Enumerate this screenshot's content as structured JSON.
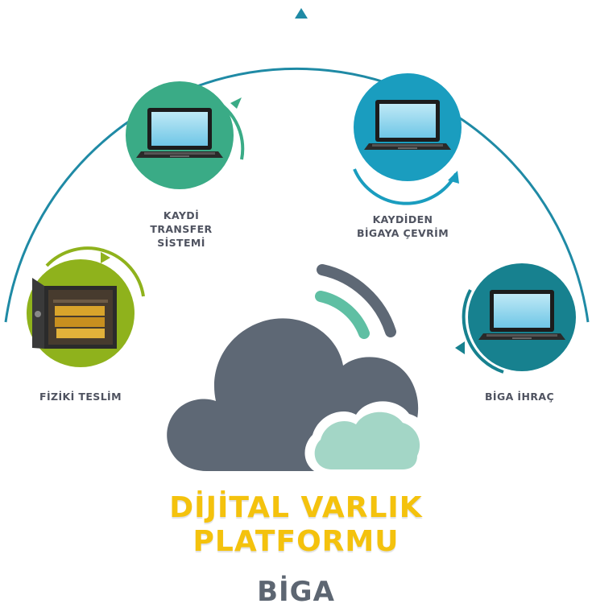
{
  "nodes": [
    {
      "id": "fiziki",
      "label": "FİZİKİ TESLİM",
      "icon": "vault-icon",
      "color": "#8fb21c"
    },
    {
      "id": "kaydi",
      "label": "KAYDİ\nTRANSFER\nSİSTEMİ",
      "icon": "laptop-icon",
      "color": "#3aab86"
    },
    {
      "id": "kaydiden",
      "label": "KAYDİDEN\nBİGAYA ÇEVRİM",
      "icon": "laptop-icon",
      "color": "#1a9dbf"
    },
    {
      "id": "ihrac",
      "label": "BİGA İHRAÇ",
      "icon": "laptop-icon",
      "color": "#17818f"
    }
  ],
  "center": {
    "icon": "cloud-icon",
    "cloud_color": "#5e6875",
    "small_cloud_color": "#a3d6c6",
    "signal_color": "#5fbfa3"
  },
  "title": {
    "line1": "DİJİTAL VARLIK",
    "line2": "PLATFORMU"
  },
  "brand": "BİGA",
  "colors": {
    "arc": "#1f8aa5",
    "title": "#f4c20d",
    "text": "#4f5360"
  }
}
